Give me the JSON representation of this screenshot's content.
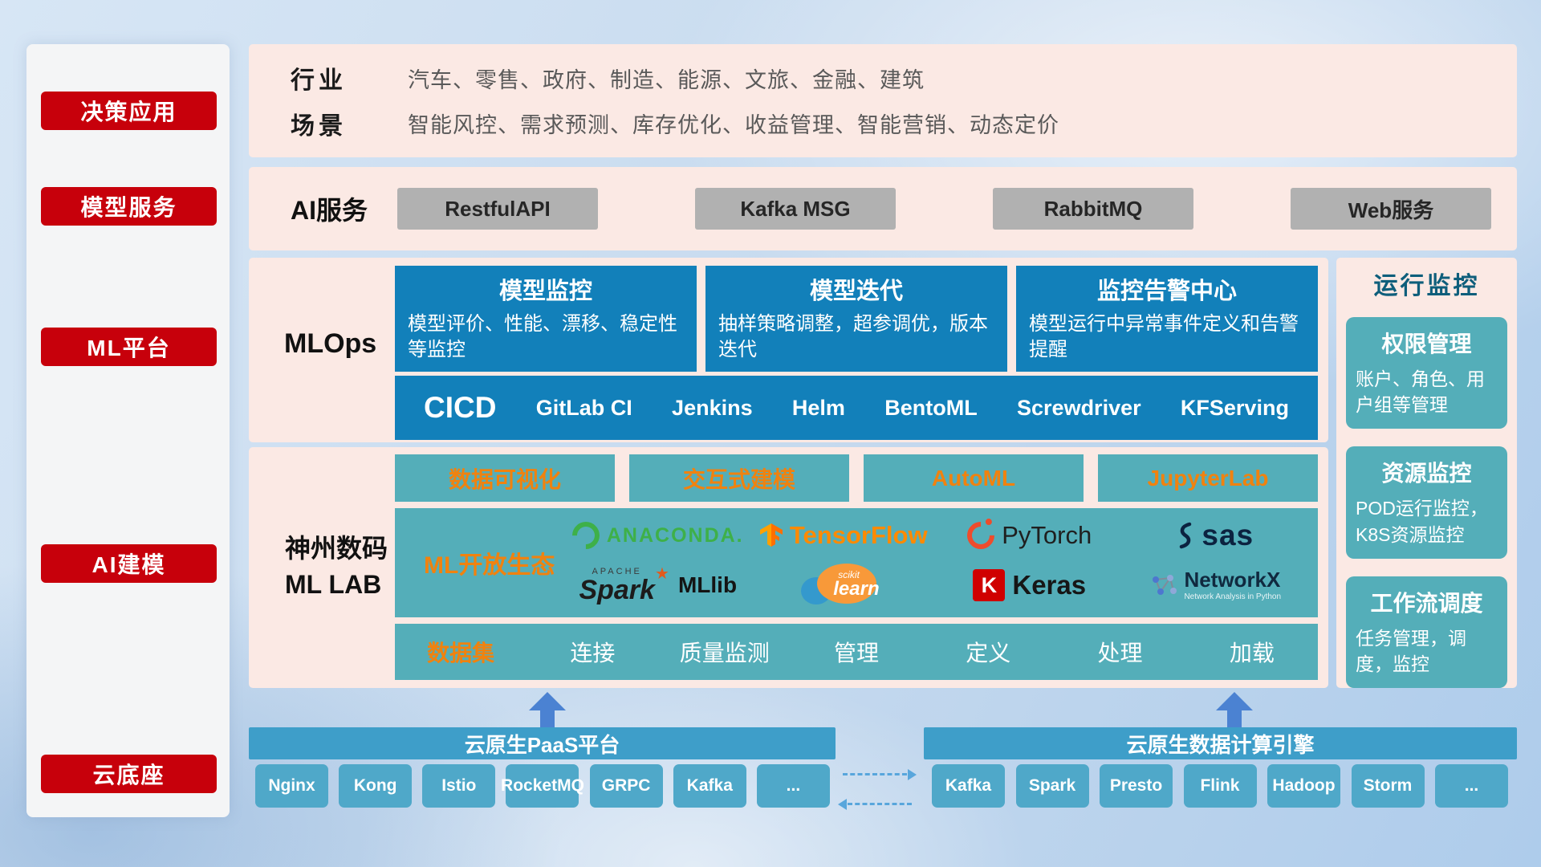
{
  "sidebar": {
    "items": [
      {
        "label": "决策应用"
      },
      {
        "label": "模型服务"
      },
      {
        "label": "ML平台"
      },
      {
        "label": "AI建模"
      },
      {
        "label": "云底座"
      }
    ]
  },
  "industry_panel": {
    "industry_label": "行业",
    "industry_text": "汽车、零售、政府、制造、能源、文旅、金融、建筑",
    "scenario_label": "场景",
    "scenario_text": "智能风控、需求预测、库存优化、收益管理、智能营销、动态定价"
  },
  "ai_service_panel": {
    "label": "AI服务",
    "buttons": [
      {
        "label": "RestfulAPI"
      },
      {
        "label": "Kafka MSG"
      },
      {
        "label": "RabbitMQ"
      },
      {
        "label": "Web服务"
      }
    ]
  },
  "mlops_panel": {
    "label": "MLOps",
    "cards": [
      {
        "title": "模型监控",
        "desc": "模型评价、性能、漂移、稳定性等监控"
      },
      {
        "title": "模型迭代",
        "desc": "抽样策略调整，超参调优，版本迭代"
      },
      {
        "title": "监控告警中心",
        "desc": "模型运行中异常事件定义和告警提醒"
      }
    ],
    "cicd_label": "CICD",
    "cicd_tools": [
      {
        "label": "GitLab CI"
      },
      {
        "label": "Jenkins"
      },
      {
        "label": "Helm"
      },
      {
        "label": "BentoML"
      },
      {
        "label": "Screwdriver"
      },
      {
        "label": "KFServing"
      }
    ]
  },
  "mllab_panel": {
    "label_line1": "神州数码",
    "label_line2": "ML LAB",
    "feature_buttons": [
      {
        "label": "数据可视化"
      },
      {
        "label": "交互式建模"
      },
      {
        "label": "AutoML"
      },
      {
        "label": "JupyterLab"
      }
    ],
    "ecosystem": {
      "label": "ML开放生态",
      "logos": {
        "anaconda": {
          "text": "ANACONDA."
        },
        "tensorflow": {
          "text": "TensorFlow"
        },
        "pytorch": {
          "text": "PyTorch"
        },
        "sas": {
          "text": "sas"
        },
        "spark": {
          "apache": "APACHE",
          "text": "Spark",
          "star": "★",
          "lib": "MLlib"
        },
        "sklearn": {
          "scikit": "scikit",
          "text": "learn"
        },
        "keras": {
          "k": "K",
          "text": "Keras"
        },
        "networkx": {
          "text": "NetworkX",
          "subtitle": "Network Analysis in Python"
        }
      }
    },
    "dataset": {
      "label": "数据集",
      "items": [
        {
          "label": "连接"
        },
        {
          "label": "质量监测"
        },
        {
          "label": "管理"
        },
        {
          "label": "定义"
        },
        {
          "label": "处理"
        },
        {
          "label": "加载"
        }
      ]
    }
  },
  "monitor_panel": {
    "title": "运行监控",
    "cards": [
      {
        "title": "权限管理",
        "desc": "账户、角色、用户组等管理"
      },
      {
        "title": "资源监控",
        "desc": "POD运行监控，K8S资源监控"
      },
      {
        "title": "工作流调度",
        "desc": "任务管理，调度，监控"
      }
    ]
  },
  "cloud_base": {
    "paas": {
      "title": "云原生PaaS平台",
      "items": [
        {
          "label": "Nginx"
        },
        {
          "label": "Kong"
        },
        {
          "label": "Istio"
        },
        {
          "label": "RocketMQ"
        },
        {
          "label": "GRPC"
        },
        {
          "label": "Kafka"
        },
        {
          "label": "..."
        }
      ]
    },
    "data_engine": {
      "title": "云原生数据计算引擎",
      "items": [
        {
          "label": "Kafka"
        },
        {
          "label": "Spark"
        },
        {
          "label": "Presto"
        },
        {
          "label": "Flink"
        },
        {
          "label": "Hadoop"
        },
        {
          "label": "Storm"
        },
        {
          "label": "..."
        }
      ]
    }
  },
  "colors": {
    "accent_red": "#c7000b",
    "panel_pink": "#fbe9e4",
    "primary_blue": "#1280ba",
    "teal": "#54aeb9",
    "orange": "#f0820f",
    "cloud_header_blue": "#3e9ec9",
    "cloud_button_blue": "#4fa8c9"
  }
}
